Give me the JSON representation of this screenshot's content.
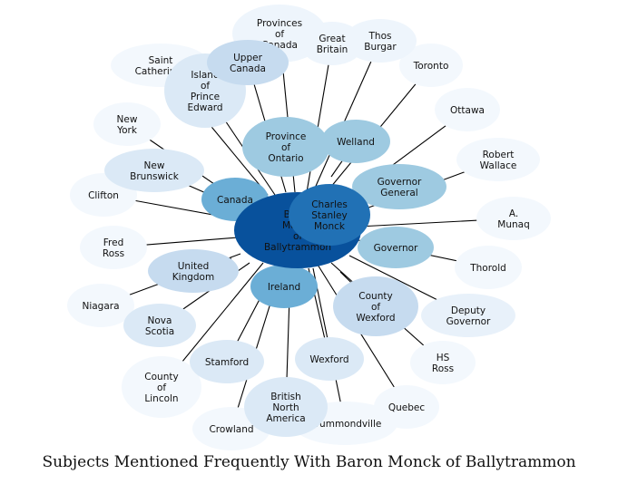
{
  "title": "Subjects Mentioned Frequently With Baron Monck of Ballytrammon",
  "center": {
    "id": "baron-monck",
    "label": [
      "Baron",
      "Monck",
      "of",
      "Ballytrammon"
    ],
    "color": "#08519c"
  },
  "nodes": [
    {
      "id": "charles-stanley-monck",
      "label": [
        "Charles",
        "Stanley",
        "Monck"
      ],
      "color": "#2171b5"
    },
    {
      "id": "canada",
      "label": [
        "Canada"
      ],
      "color": "#6baed6"
    },
    {
      "id": "ireland",
      "label": [
        "Ireland"
      ],
      "color": "#6baed6"
    },
    {
      "id": "province-of-ontario",
      "label": [
        "Province",
        "of",
        "Ontario"
      ],
      "color": "#9ecae1"
    },
    {
      "id": "welland",
      "label": [
        "Welland"
      ],
      "color": "#9ecae1"
    },
    {
      "id": "governor-general",
      "label": [
        "Governor",
        "General"
      ],
      "color": "#9ecae1"
    },
    {
      "id": "governor",
      "label": [
        "Governor"
      ],
      "color": "#9ecae1"
    },
    {
      "id": "county-of-wexford",
      "label": [
        "County",
        "of",
        "Wexford"
      ],
      "color": "#c6dbef"
    },
    {
      "id": "united-kingdom",
      "label": [
        "United",
        "Kingdom"
      ],
      "color": "#c6dbef"
    },
    {
      "id": "upper-canada",
      "label": [
        "Upper",
        "Canada"
      ],
      "color": "#c6dbef"
    },
    {
      "id": "wexford",
      "label": [
        "Wexford"
      ],
      "color": "#dbe9f6"
    },
    {
      "id": "nova-scotia",
      "label": [
        "Nova",
        "Scotia"
      ],
      "color": "#dbe9f6"
    },
    {
      "id": "stamford",
      "label": [
        "Stamford"
      ],
      "color": "#dbe9f6"
    },
    {
      "id": "new-brunswick",
      "label": [
        "New",
        "Brunswick"
      ],
      "color": "#dbe9f6"
    },
    {
      "id": "british-north-america",
      "label": [
        "British",
        "North",
        "America"
      ],
      "color": "#dbe9f6"
    },
    {
      "id": "island-of-prince-edward",
      "label": [
        "Island",
        "of",
        "Prince",
        "Edward"
      ],
      "color": "#dbe9f6"
    },
    {
      "id": "deputy-governor",
      "label": [
        "Deputy",
        "Governor"
      ],
      "color": "#e8f1fa"
    },
    {
      "id": "great-britain",
      "label": [
        "Great",
        "Britain"
      ],
      "color": "#eef5fc"
    },
    {
      "id": "provinces-of-canada",
      "label": [
        "Provinces",
        "of",
        "Canada"
      ],
      "color": "#eef5fc"
    },
    {
      "id": "thos-burgar",
      "label": [
        "Thos",
        "Burgar"
      ],
      "color": "#eef5fc"
    },
    {
      "id": "toronto",
      "label": [
        "Toronto"
      ],
      "color": "#f3f8fd"
    },
    {
      "id": "ottawa",
      "label": [
        "Ottawa"
      ],
      "color": "#f3f8fd"
    },
    {
      "id": "robert-wallace",
      "label": [
        "Robert",
        "Wallace"
      ],
      "color": "#f3f8fd"
    },
    {
      "id": "a-munaq",
      "label": [
        "A.",
        "Munaq"
      ],
      "color": "#f3f8fd"
    },
    {
      "id": "thorold",
      "label": [
        "Thorold"
      ],
      "color": "#f3f8fd"
    },
    {
      "id": "hs-ross",
      "label": [
        "HS",
        "Ross"
      ],
      "color": "#f3f8fd"
    },
    {
      "id": "quebec",
      "label": [
        "Quebec"
      ],
      "color": "#f3f8fd"
    },
    {
      "id": "drummondville",
      "label": [
        "Drummondville"
      ],
      "color": "#f3f8fd"
    },
    {
      "id": "crowland",
      "label": [
        "Crowland"
      ],
      "color": "#f3f8fd"
    },
    {
      "id": "county-of-lincoln",
      "label": [
        "County",
        "of",
        "Lincoln"
      ],
      "color": "#f3f8fd"
    },
    {
      "id": "niagara",
      "label": [
        "Niagara"
      ],
      "color": "#f3f8fd"
    },
    {
      "id": "fred-ross",
      "label": [
        "Fred",
        "Ross"
      ],
      "color": "#f3f8fd"
    },
    {
      "id": "clifton",
      "label": [
        "Clifton"
      ],
      "color": "#f3f8fd"
    },
    {
      "id": "new-york",
      "label": [
        "New",
        "York"
      ],
      "color": "#f3f8fd"
    },
    {
      "id": "saint-catherines",
      "label": [
        "Saint",
        "Catherines"
      ],
      "color": "#f3f8fd"
    }
  ],
  "edges": [
    [
      "baron-monck",
      "charles-stanley-monck"
    ],
    [
      "baron-monck",
      "canada"
    ],
    [
      "baron-monck",
      "ireland"
    ],
    [
      "baron-monck",
      "province-of-ontario"
    ],
    [
      "baron-monck",
      "welland"
    ],
    [
      "baron-monck",
      "governor-general"
    ],
    [
      "baron-monck",
      "governor"
    ],
    [
      "baron-monck",
      "county-of-wexford"
    ],
    [
      "baron-monck",
      "united-kingdom"
    ],
    [
      "baron-monck",
      "upper-canada"
    ],
    [
      "baron-monck",
      "wexford"
    ],
    [
      "baron-monck",
      "nova-scotia"
    ],
    [
      "baron-monck",
      "stamford"
    ],
    [
      "baron-monck",
      "new-brunswick"
    ],
    [
      "baron-monck",
      "british-north-america"
    ],
    [
      "baron-monck",
      "island-of-prince-edward"
    ],
    [
      "baron-monck",
      "deputy-governor"
    ],
    [
      "baron-monck",
      "great-britain"
    ],
    [
      "baron-monck",
      "provinces-of-canada"
    ],
    [
      "baron-monck",
      "thos-burgar"
    ],
    [
      "baron-monck",
      "toronto"
    ],
    [
      "baron-monck",
      "ottawa"
    ],
    [
      "baron-monck",
      "robert-wallace"
    ],
    [
      "baron-monck",
      "a-munaq"
    ],
    [
      "baron-monck",
      "thorold"
    ],
    [
      "baron-monck",
      "hs-ross"
    ],
    [
      "baron-monck",
      "quebec"
    ],
    [
      "baron-monck",
      "drummondville"
    ],
    [
      "baron-monck",
      "crowland"
    ],
    [
      "baron-monck",
      "county-of-lincoln"
    ],
    [
      "baron-monck",
      "niagara"
    ],
    [
      "baron-monck",
      "fred-ross"
    ],
    [
      "baron-monck",
      "clifton"
    ],
    [
      "baron-monck",
      "new-york"
    ],
    [
      "baron-monck",
      "saint-catherines"
    ]
  ]
}
